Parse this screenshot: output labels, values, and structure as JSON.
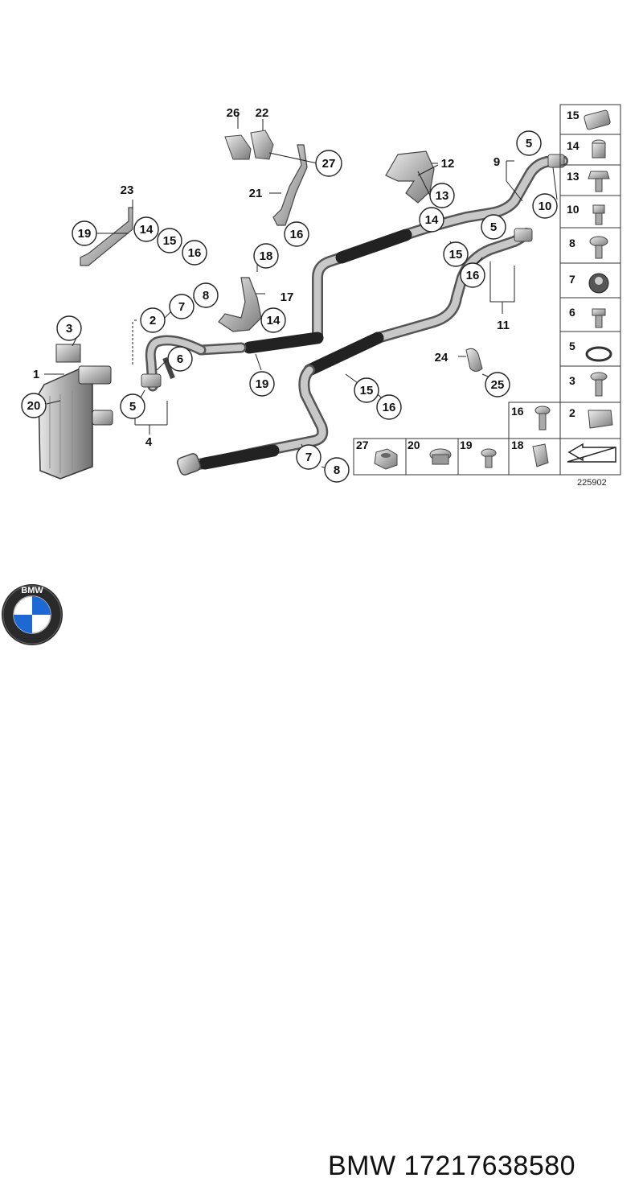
{
  "diagram": {
    "reference_number": "225902",
    "callouts": {
      "c1": "1",
      "c2": "2",
      "c3": "3",
      "c4": "4",
      "c5a": "5",
      "c5b": "5",
      "c5c": "5",
      "c6": "6",
      "c7a": "7",
      "c7b": "7",
      "c8a": "8",
      "c8b": "8",
      "c9": "9",
      "c10": "10",
      "c11": "11",
      "c12": "12",
      "c13": "13",
      "c14a": "14",
      "c14b": "14",
      "c14c": "14",
      "c15a": "15",
      "c15b": "15",
      "c15c": "15",
      "c16a": "16",
      "c16b": "16",
      "c16c": "16",
      "c16d": "16",
      "c17": "17",
      "c18": "18",
      "c19a": "19",
      "c19b": "19",
      "c20": "20",
      "c21": "21",
      "c22": "22",
      "c23": "23",
      "c24": "24",
      "c25": "25",
      "c26": "26",
      "c27": "27"
    },
    "legend_right": [
      "15",
      "14",
      "13",
      "10",
      "8",
      "7",
      "6",
      "5",
      "3",
      "2"
    ],
    "legend_bottom": [
      "27",
      "20",
      "19",
      "18",
      "16"
    ]
  },
  "footer": {
    "brand": "BMW",
    "part_number": "17217638580",
    "logo_letters": "BMW"
  }
}
